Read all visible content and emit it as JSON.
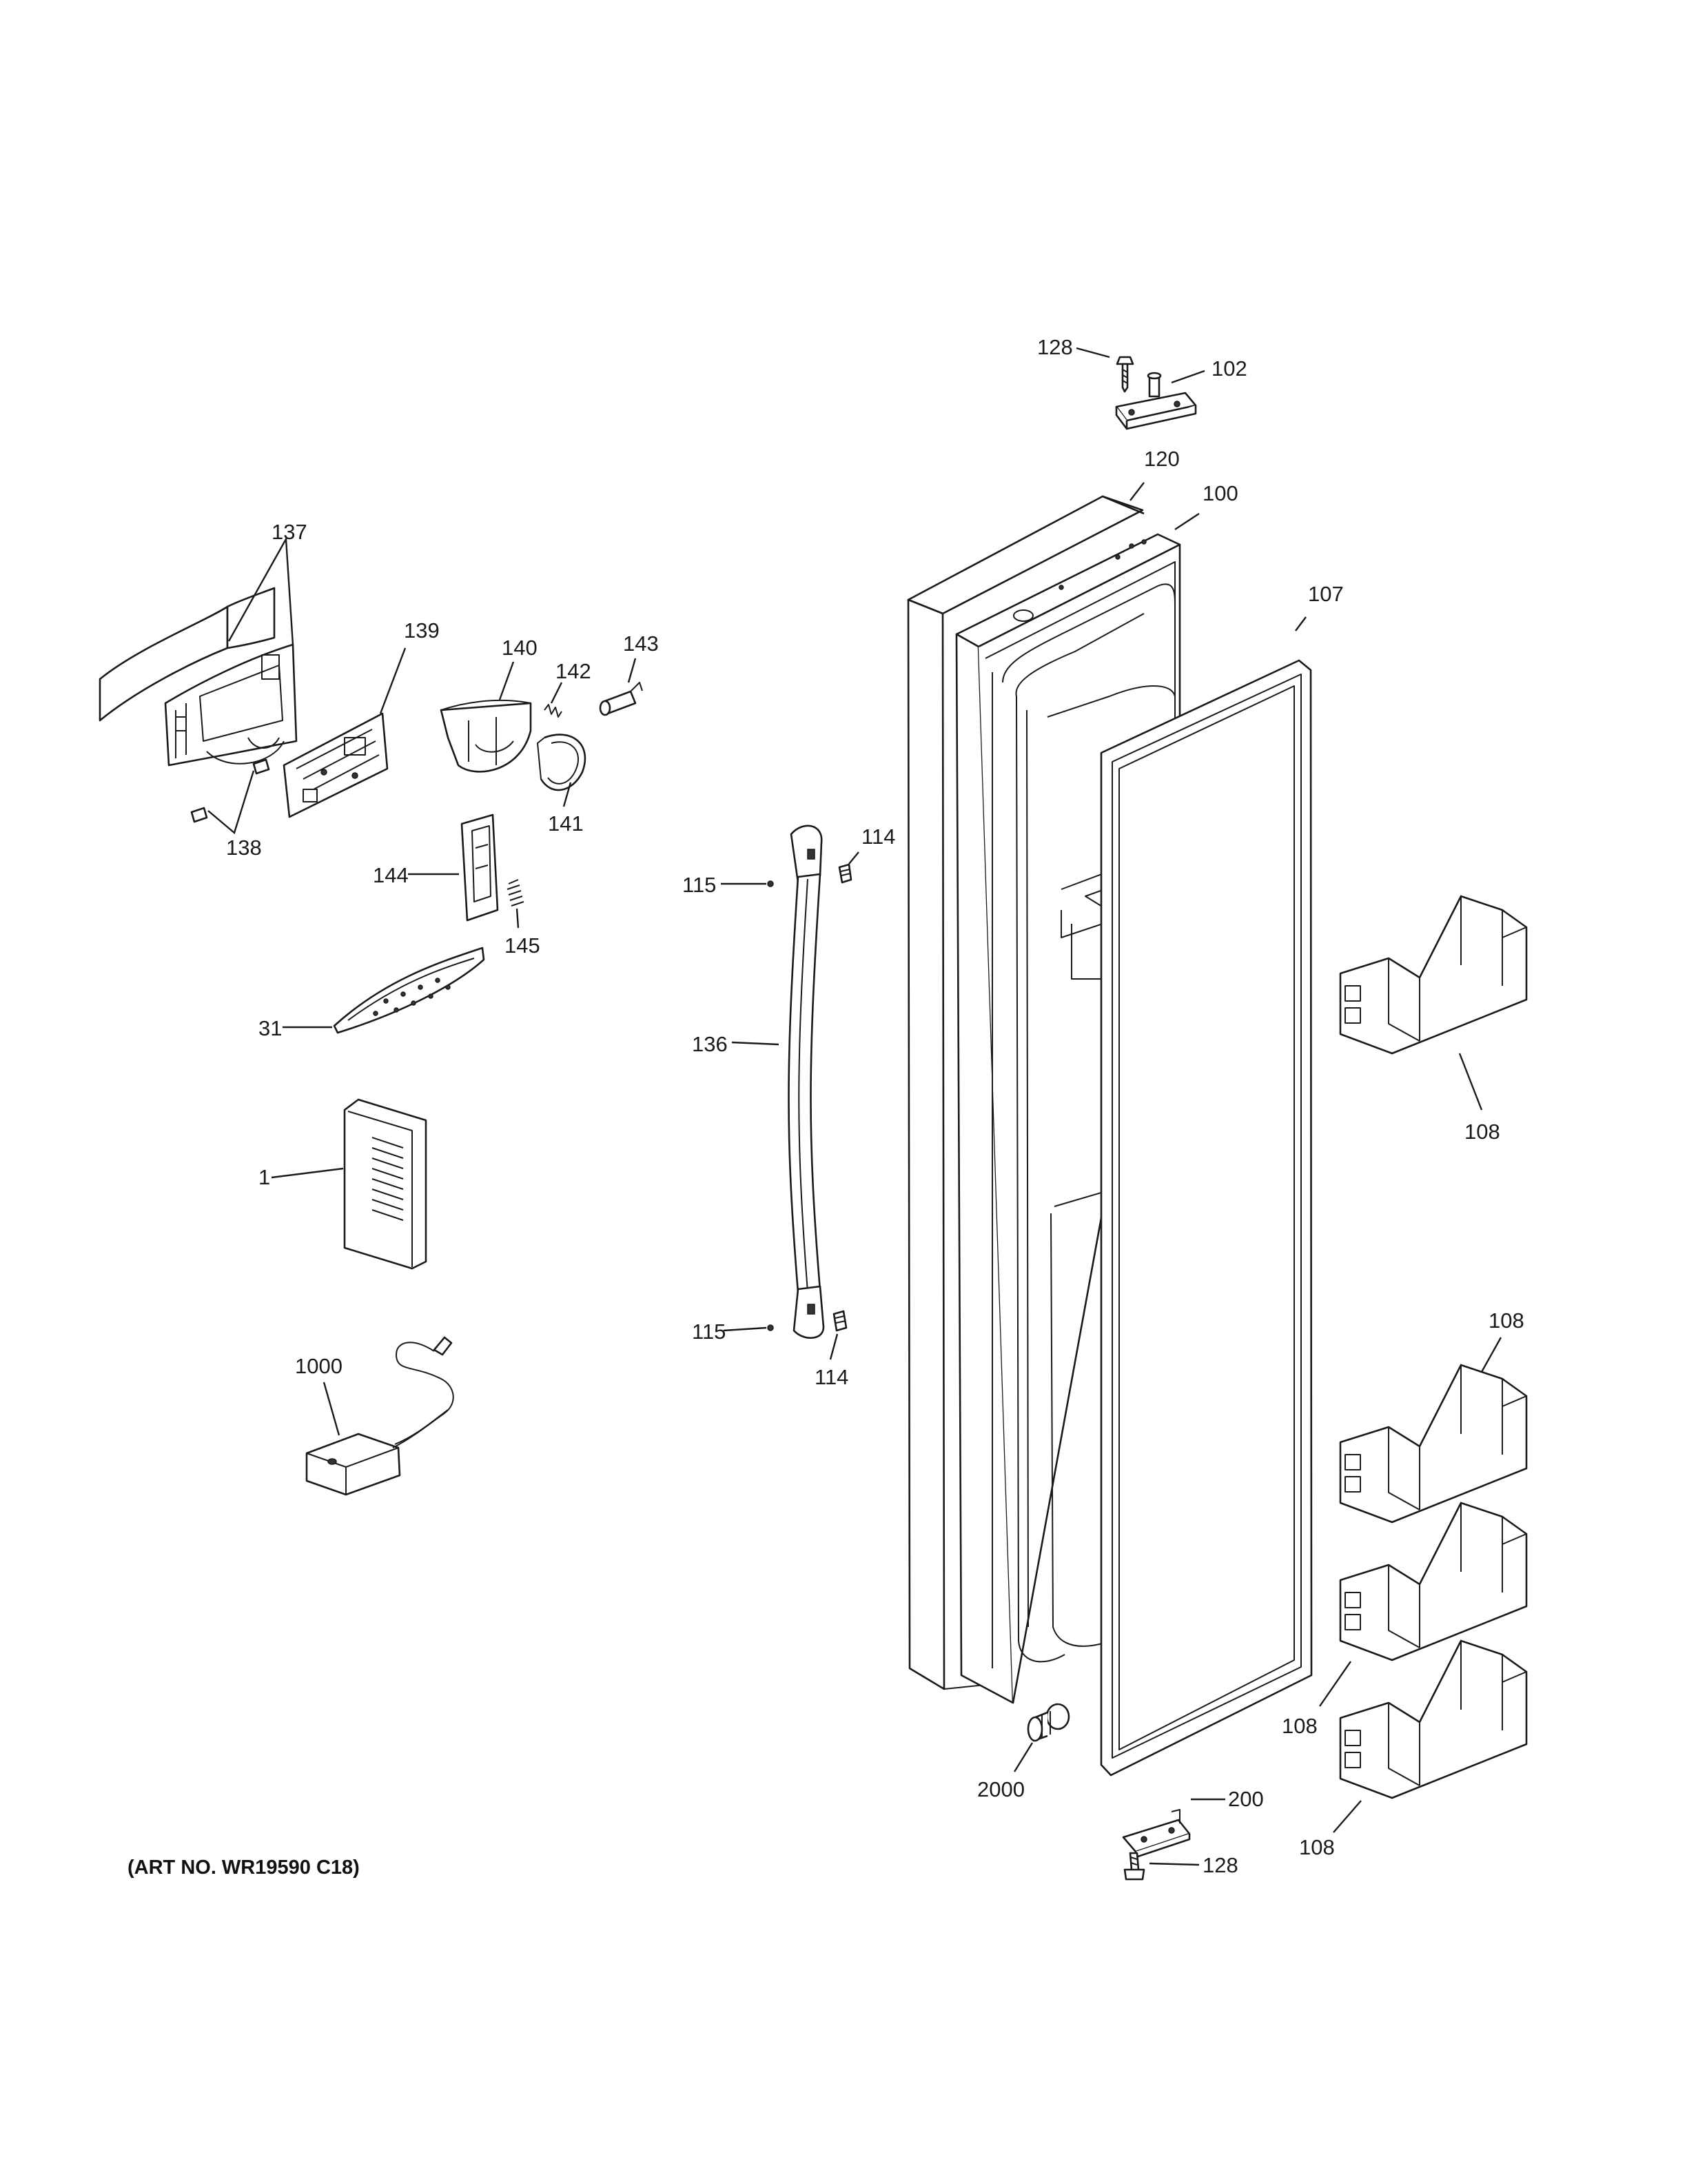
{
  "art_number": "(ART NO. WR19590 C18)",
  "labels": {
    "l128_top": "128",
    "l102": "102",
    "l120": "120",
    "l100": "100",
    "l107": "107",
    "l137": "137",
    "l139": "139",
    "l140": "140",
    "l142": "142",
    "l143": "143",
    "l138": "138",
    "l141": "141",
    "l144": "144",
    "l145": "145",
    "l31": "31",
    "l1": "1",
    "l1000": "1000",
    "l114_top": "114",
    "l115_top": "115",
    "l136": "136",
    "l115_bot": "115",
    "l114_bot": "114",
    "l108_a": "108",
    "l108_b": "108",
    "l108_c": "108",
    "l108_d": "108",
    "l2000": "2000",
    "l200": "200",
    "l128_bot": "128"
  }
}
